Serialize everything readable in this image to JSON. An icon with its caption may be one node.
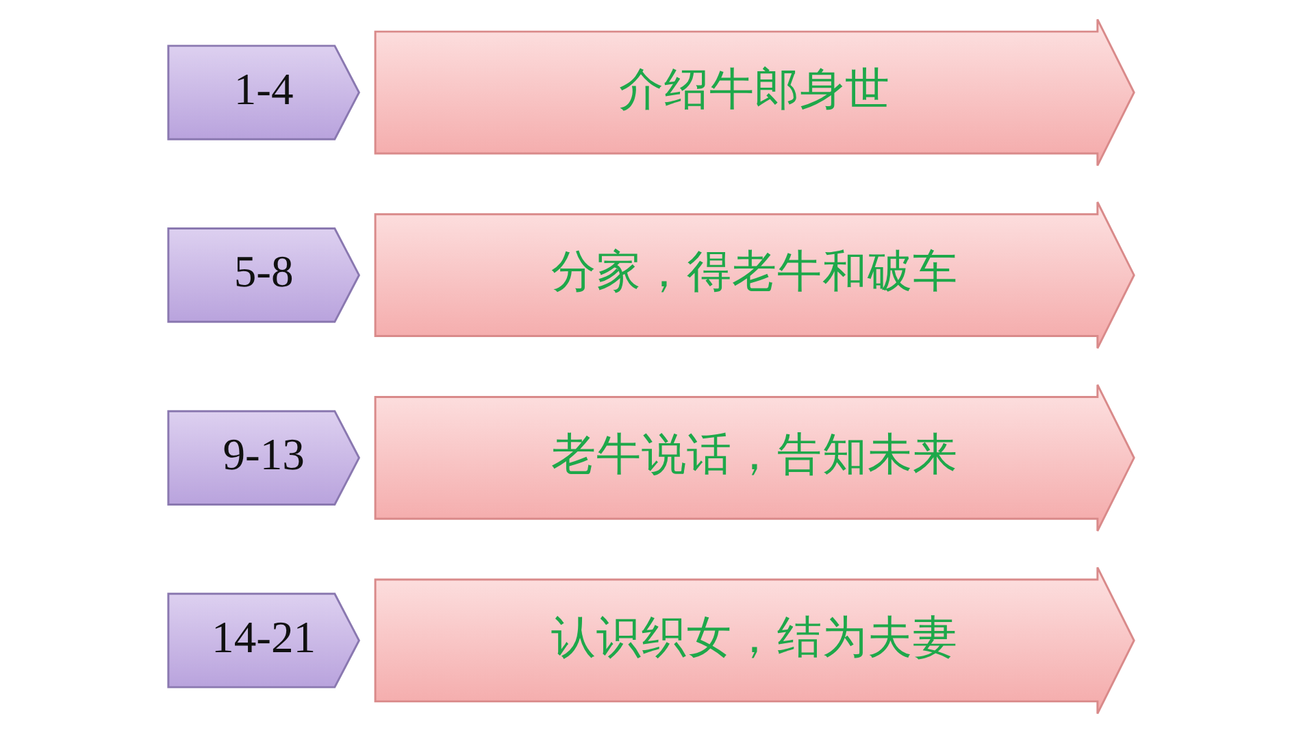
{
  "diagram": {
    "nodes": [
      {
        "text": [
          "1-4"
        ]
      },
      {
        "text": [
          "介绍牛郎身世"
        ]
      },
      {
        "text": [
          "5-8"
        ]
      },
      {
        "text": [
          "分家，得老牛和破车"
        ]
      },
      {
        "text": [
          "9-13"
        ]
      },
      {
        "text": [
          "老牛说话，告知未来"
        ]
      },
      {
        "text": [
          "14-21"
        ]
      },
      {
        "text": [
          "认识织女，结为夫妻"
        ]
      }
    ]
  }
}
